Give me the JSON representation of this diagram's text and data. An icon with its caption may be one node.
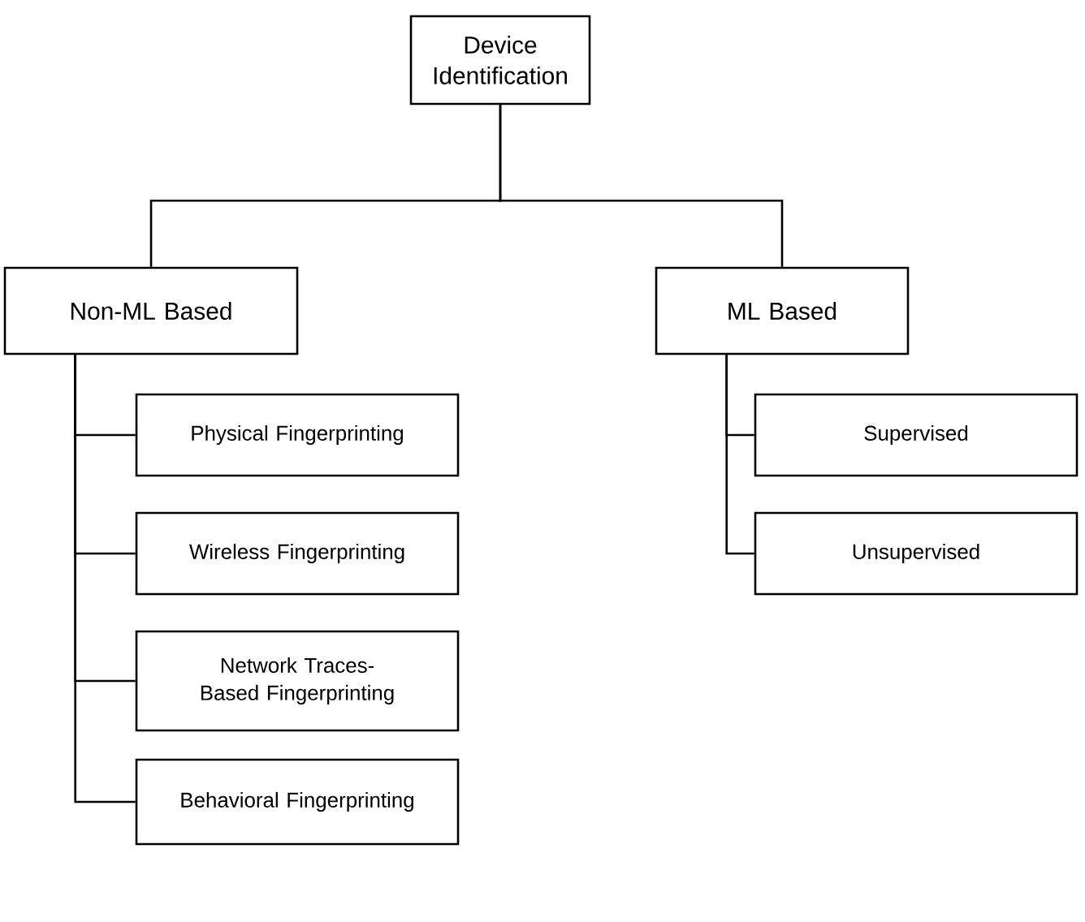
{
  "diagram": {
    "nodes": [
      {
        "text": [
          "Device Identification"
        ]
      },
      {
        "text": [
          "Non-ML Based"
        ]
      },
      {
        "text": [
          "ML Based"
        ]
      },
      {
        "text": [
          "Physical Fingerprinting"
        ]
      },
      {
        "text": [
          "Wireless Fingerprinting"
        ]
      },
      {
        "text": [
          "Network Traces-Based Fingerprinting"
        ]
      },
      {
        "text": [
          "Behavioral Fingerprinting"
        ]
      },
      {
        "text": [
          "Supervised"
        ]
      },
      {
        "text": [
          "Unsupervised"
        ]
      }
    ],
    "edges": [
      {
        "from": 0,
        "to": 1,
        "arrow": "none"
      },
      {
        "from": 0,
        "to": 2,
        "arrow": "none"
      },
      {
        "from": 1,
        "to": 3,
        "arrow": "none"
      },
      {
        "from": 1,
        "to": 4,
        "arrow": "none"
      },
      {
        "from": 1,
        "to": 5,
        "arrow": "none"
      },
      {
        "from": 1,
        "to": 6,
        "arrow": "none"
      },
      {
        "from": 2,
        "to": 7,
        "arrow": "none"
      },
      {
        "from": 2,
        "to": 8,
        "arrow": "none"
      }
    ]
  }
}
